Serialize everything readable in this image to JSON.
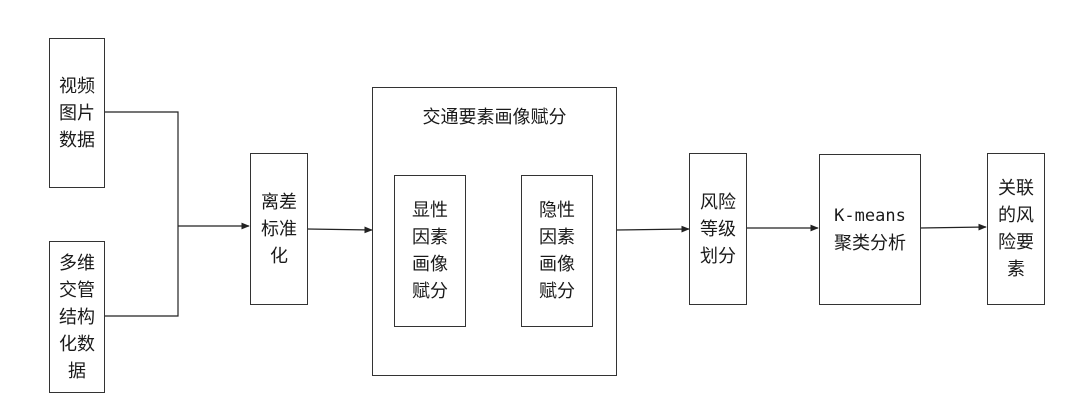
{
  "nodes": {
    "video": "视频图片数据",
    "struct": "多维交管结构化数据",
    "normalize": "离差标准化",
    "profile_title": "交通要素画像赋分",
    "explicit": "显性因素画像赋分",
    "implicit": "隐性因素画像赋分",
    "risk": "风险等级划分",
    "kmeans_line1": "K-means",
    "kmeans_line2": "聚类分析",
    "related": "关联的风险要素"
  }
}
